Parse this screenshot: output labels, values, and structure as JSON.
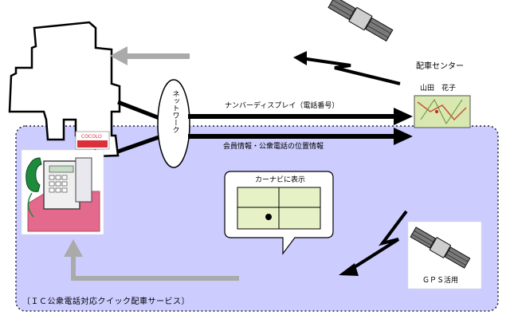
{
  "title": "〔ＩＣ公衆電話対応クイック配車サービス〕",
  "network_label": "ネットワーク",
  "dispatch_center": {
    "label": "配車センター",
    "operator": "山田　花子"
  },
  "arrows": {
    "upper": "ナンバーディスプレイ（電話番号）",
    "lower": "会員情報・公衆電話の位置情報"
  },
  "car_navi": {
    "label": "カーナビに表示"
  },
  "gps_label": "ＧＰＳ活用",
  "phone_card": {
    "brand": "COCOLO"
  },
  "colors": {
    "service_area": "#ccccff",
    "service_border": "#222222",
    "arrow_black": "#000000",
    "arrow_gray": "#aaaaaa",
    "phone_pink": "#e36a8c",
    "phone_green": "#1e8a3c",
    "card_red": "#d9303c"
  },
  "icons": {
    "satellite": "satellite-icon",
    "house": "house-outline-icon",
    "phone": "public-phone-icon",
    "navi": "car-navi-screen-icon",
    "lightning": "radio-signal-icon"
  }
}
